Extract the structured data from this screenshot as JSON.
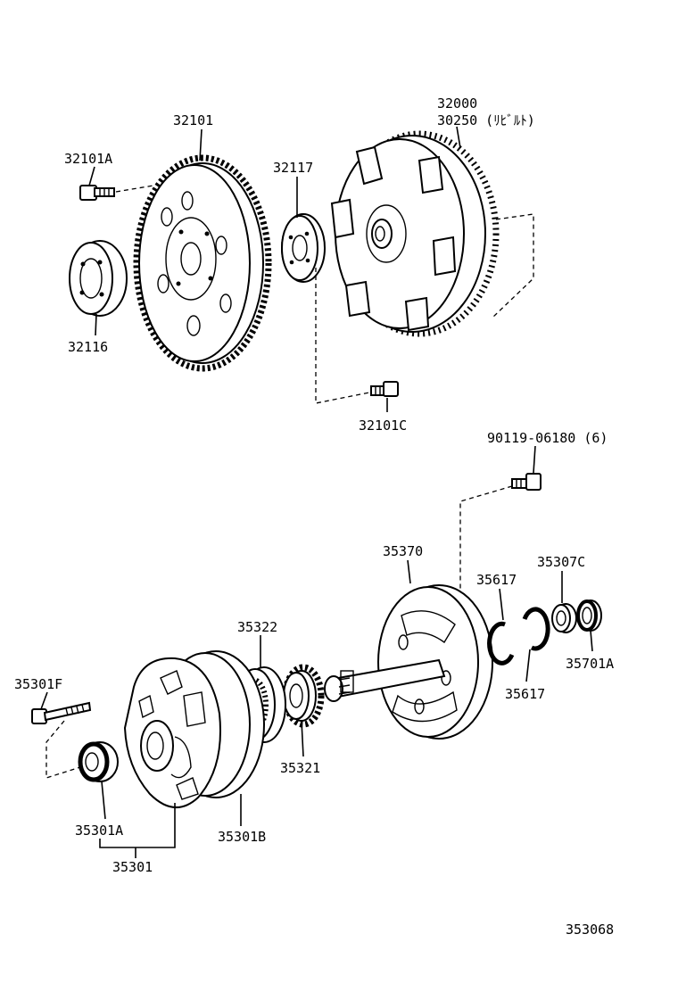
{
  "labels": {
    "p32101": "32101",
    "p32101A": "32101A",
    "p32116": "32116",
    "p32117": "32117",
    "p32000": "32000",
    "p30250": "30250 (ﾘﾋﾞﾙﾄ)",
    "p32101C": "32101C",
    "p90119": "90119-06180 (6)",
    "p35370": "35370",
    "p35617a": "35617",
    "p35307C": "35307C",
    "p35701A": "35701A",
    "p35617b": "35617",
    "p35322": "35322",
    "p35301F": "35301F",
    "p35321": "35321",
    "p35301A": "35301A",
    "p35301B": "35301B",
    "p35301": "35301",
    "figure_number": "353068"
  }
}
